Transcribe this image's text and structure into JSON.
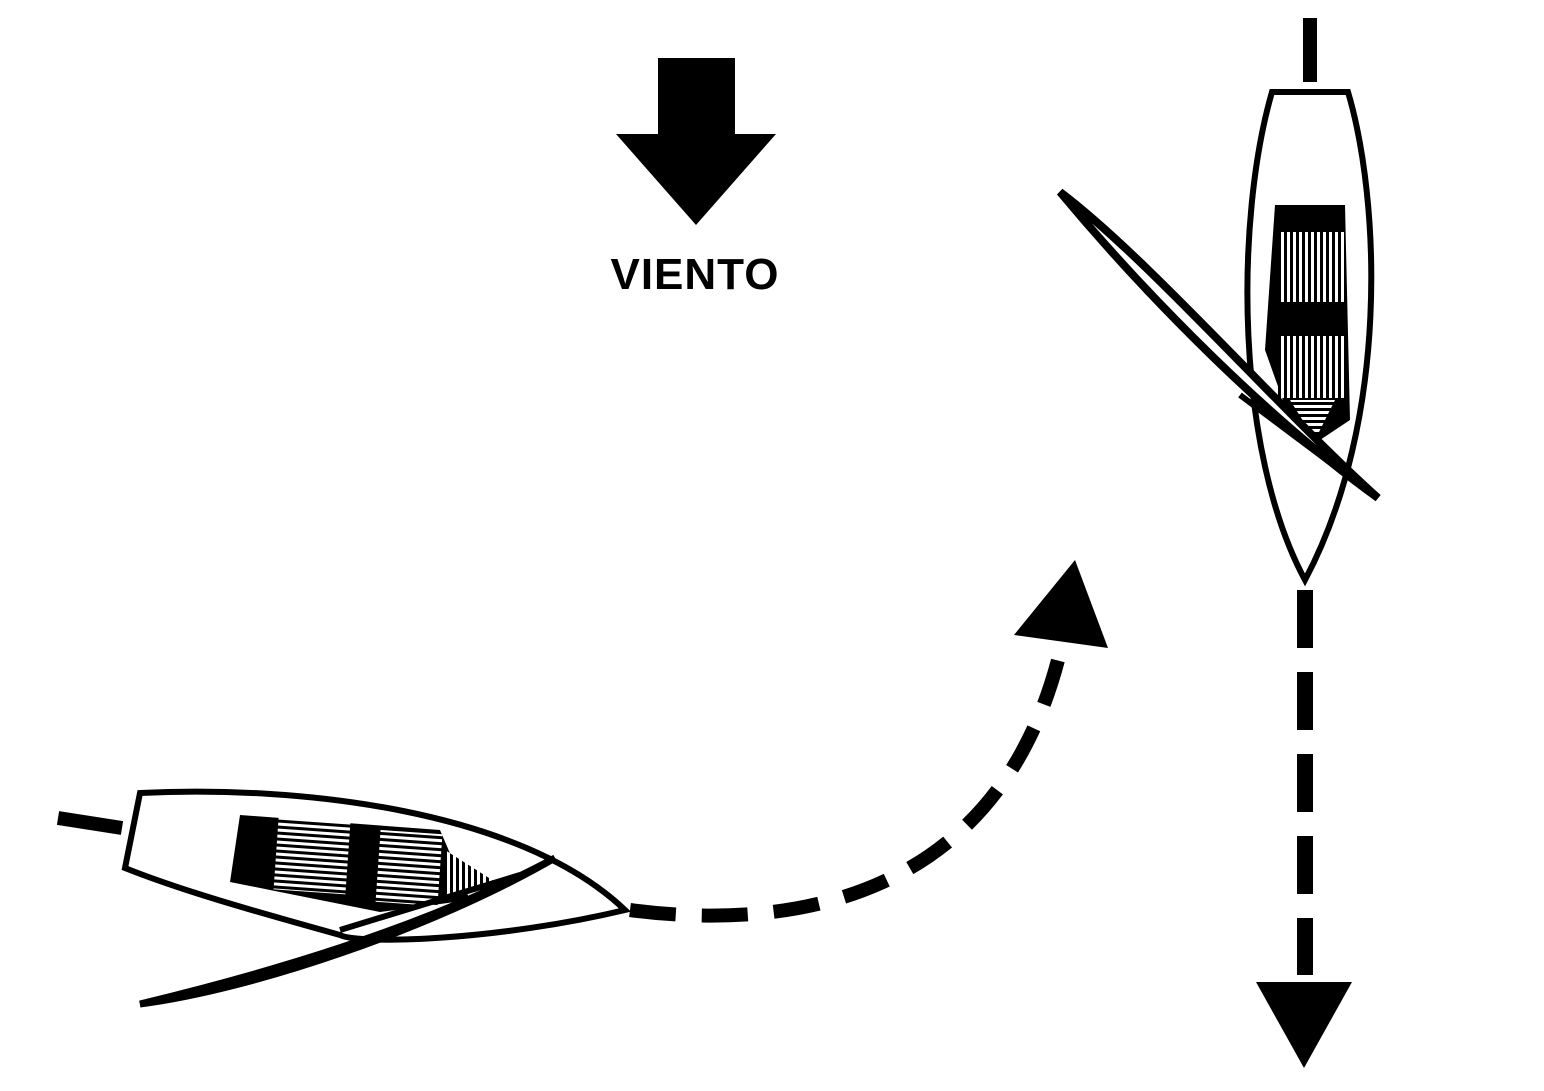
{
  "wind": {
    "label": "VIENTO"
  },
  "colors": {
    "ink": "#000000",
    "paper": "#ffffff"
  },
  "boats": [
    {
      "name": "boat-before-turn",
      "heading": "beam-reach"
    },
    {
      "name": "boat-after-turn",
      "heading": "downwind"
    }
  ],
  "icons": [
    "wind-arrow-icon",
    "course-arrow-icon"
  ]
}
